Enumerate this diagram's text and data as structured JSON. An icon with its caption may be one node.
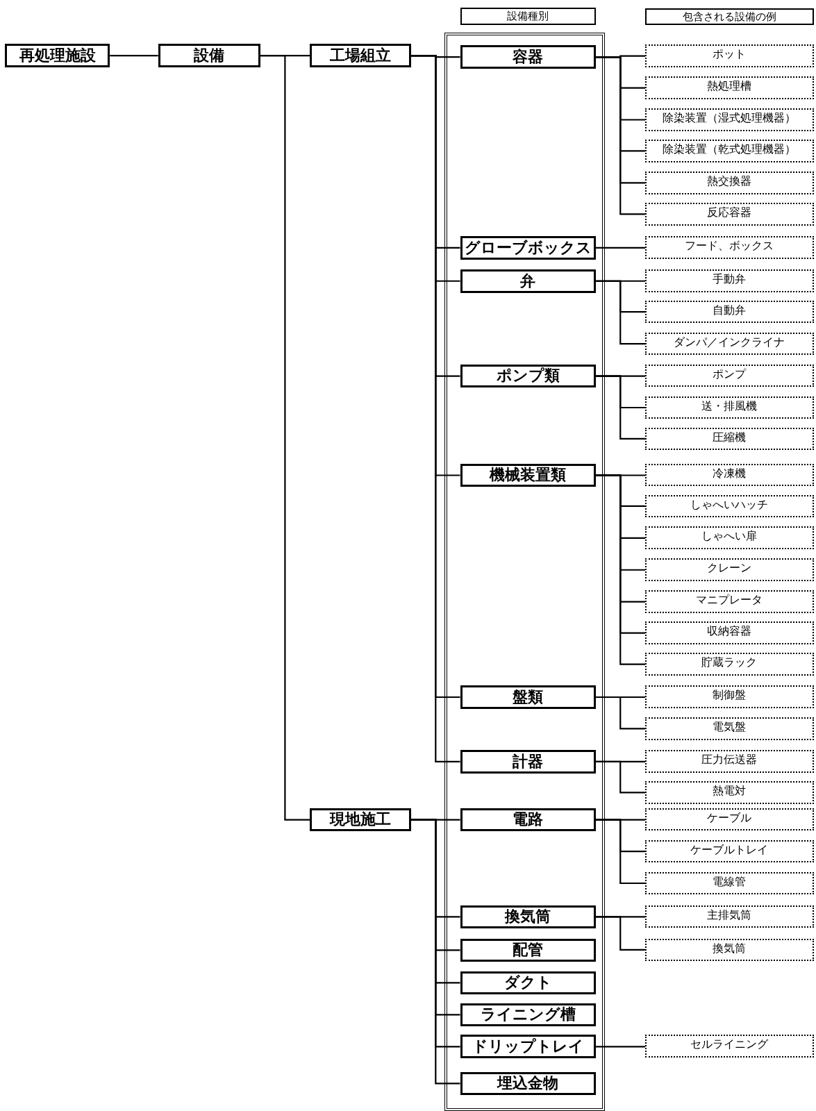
{
  "diagram": {
    "nodes": [
      {
        "text": [
          "設備種別"
        ]
      },
      {
        "text": [
          "包含される設備の例"
        ]
      },
      {
        "text": [
          "再処理施設"
        ]
      },
      {
        "text": [
          "設備"
        ]
      },
      {
        "text": [
          "工場組立"
        ]
      },
      {
        "text": [
          "現地施工"
        ]
      },
      {
        "text": [
          "容器"
        ]
      },
      {
        "text": [
          "グローブボックス"
        ]
      },
      {
        "text": [
          "弁"
        ]
      },
      {
        "text": [
          "ポンプ類"
        ]
      },
      {
        "text": [
          "機械装置類"
        ]
      },
      {
        "text": [
          "盤類"
        ]
      },
      {
        "text": [
          "計器"
        ]
      },
      {
        "text": [
          "電路"
        ]
      },
      {
        "text": [
          "換気筒"
        ]
      },
      {
        "text": [
          "配管"
        ]
      },
      {
        "text": [
          "ダクト"
        ]
      },
      {
        "text": [
          "ライニング槽"
        ]
      },
      {
        "text": [
          "ドリップトレイ"
        ]
      },
      {
        "text": [
          "埋込金物"
        ]
      },
      {
        "text": [
          "ポット"
        ]
      },
      {
        "text": [
          "熱処理槽"
        ]
      },
      {
        "text": [
          "除染装置（湿式処理機器）"
        ]
      },
      {
        "text": [
          "除染装置（乾式処理機器）"
        ]
      },
      {
        "text": [
          "熱交換器"
        ]
      },
      {
        "text": [
          "反応容器"
        ]
      },
      {
        "text": [
          "フード、ボックス"
        ]
      },
      {
        "text": [
          "手動弁"
        ]
      },
      {
        "text": [
          "自動弁"
        ]
      },
      {
        "text": [
          "ダンパ／インクライナ"
        ]
      },
      {
        "text": [
          "ポンプ"
        ]
      },
      {
        "text": [
          "送・排風機"
        ]
      },
      {
        "text": [
          "圧縮機"
        ]
      },
      {
        "text": [
          "冷凍機"
        ]
      },
      {
        "text": [
          "しゃへいハッチ"
        ]
      },
      {
        "text": [
          "しゃへい扉"
        ]
      },
      {
        "text": [
          "クレーン"
        ]
      },
      {
        "text": [
          "マニプレータ"
        ]
      },
      {
        "text": [
          "収納容器"
        ]
      },
      {
        "text": [
          "貯蔵ラック"
        ]
      },
      {
        "text": [
          "制御盤"
        ]
      },
      {
        "text": [
          "電気盤"
        ]
      },
      {
        "text": [
          "圧力伝送器"
        ]
      },
      {
        "text": [
          "熱電対"
        ]
      },
      {
        "text": [
          "ケーブル"
        ]
      },
      {
        "text": [
          "ケーブルトレイ"
        ]
      },
      {
        "text": [
          "電線管"
        ]
      },
      {
        "text": [
          "主排気筒"
        ]
      },
      {
        "text": [
          "換気筒"
        ]
      },
      {
        "text": [
          "セルライニング"
        ]
      }
    ],
    "edges": [
      {
        "from": 2,
        "to": 3,
        "arrow": "none"
      },
      {
        "from": 3,
        "to": 4,
        "arrow": "none"
      },
      {
        "from": 3,
        "to": 5,
        "arrow": "none"
      },
      {
        "from": 4,
        "to": 6,
        "arrow": "none"
      },
      {
        "from": 4,
        "to": 7,
        "arrow": "none"
      },
      {
        "from": 4,
        "to": 8,
        "arrow": "none"
      },
      {
        "from": 4,
        "to": 9,
        "arrow": "none"
      },
      {
        "from": 4,
        "to": 10,
        "arrow": "none"
      },
      {
        "from": 4,
        "to": 11,
        "arrow": "none"
      },
      {
        "from": 4,
        "to": 12,
        "arrow": "none"
      },
      {
        "from": 5,
        "to": 13,
        "arrow": "none"
      },
      {
        "from": 5,
        "to": 14,
        "arrow": "none"
      },
      {
        "from": 5,
        "to": 15,
        "arrow": "none"
      },
      {
        "from": 5,
        "to": 16,
        "arrow": "none"
      },
      {
        "from": 5,
        "to": 17,
        "arrow": "none"
      },
      {
        "from": 5,
        "to": 18,
        "arrow": "none"
      },
      {
        "from": 5,
        "to": 19,
        "arrow": "none"
      },
      {
        "from": 6,
        "to": 20,
        "arrow": "none"
      },
      {
        "from": 6,
        "to": 21,
        "arrow": "none"
      },
      {
        "from": 6,
        "to": 22,
        "arrow": "none"
      },
      {
        "from": 6,
        "to": 23,
        "arrow": "none"
      },
      {
        "from": 6,
        "to": 24,
        "arrow": "none"
      },
      {
        "from": 6,
        "to": 25,
        "arrow": "none"
      },
      {
        "from": 7,
        "to": 26,
        "arrow": "none"
      },
      {
        "from": 8,
        "to": 27,
        "arrow": "none"
      },
      {
        "from": 8,
        "to": 28,
        "arrow": "none"
      },
      {
        "from": 8,
        "to": 29,
        "arrow": "none"
      },
      {
        "from": 9,
        "to": 30,
        "arrow": "none"
      },
      {
        "from": 9,
        "to": 31,
        "arrow": "none"
      },
      {
        "from": 9,
        "to": 32,
        "arrow": "none"
      },
      {
        "from": 10,
        "to": 33,
        "arrow": "none"
      },
      {
        "from": 10,
        "to": 34,
        "arrow": "none"
      },
      {
        "from": 10,
        "to": 35,
        "arrow": "none"
      },
      {
        "from": 10,
        "to": 36,
        "arrow": "none"
      },
      {
        "from": 10,
        "to": 37,
        "arrow": "none"
      },
      {
        "from": 10,
        "to": 38,
        "arrow": "none"
      },
      {
        "from": 10,
        "to": 39,
        "arrow": "none"
      },
      {
        "from": 11,
        "to": 40,
        "arrow": "none"
      },
      {
        "from": 11,
        "to": 41,
        "arrow": "none"
      },
      {
        "from": 12,
        "to": 42,
        "arrow": "none"
      },
      {
        "from": 12,
        "to": 43,
        "arrow": "none"
      },
      {
        "from": 13,
        "to": 44,
        "arrow": "none"
      },
      {
        "from": 13,
        "to": 45,
        "arrow": "none"
      },
      {
        "from": 13,
        "to": 46,
        "arrow": "none"
      },
      {
        "from": 14,
        "to": 47,
        "arrow": "none"
      },
      {
        "from": 14,
        "to": 48,
        "arrow": "none"
      },
      {
        "from": 18,
        "to": 49,
        "arrow": "none"
      }
    ]
  }
}
